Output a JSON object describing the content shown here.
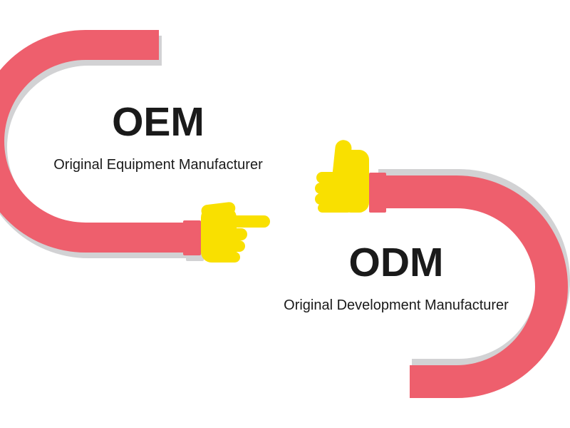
{
  "labels": {
    "oem": {
      "abbr": "OEM",
      "full": "Original Equipment Manufacturer"
    },
    "odm": {
      "abbr": "ODM",
      "full": "Original Development Manufacturer"
    }
  },
  "colors": {
    "background": "#ffffff",
    "arm_red": "#EE5F6D",
    "shadow_gray": "#D2D2D4",
    "hand_yellow": "#F9E000",
    "text": "#1A1A1A"
  },
  "icons": {
    "left_hand": "pointing-hand-icon",
    "right_hand": "thumbs-up-icon"
  }
}
